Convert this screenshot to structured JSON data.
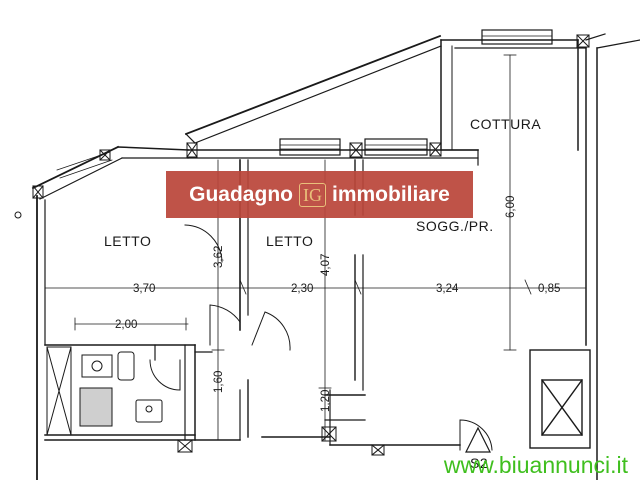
{
  "rooms": {
    "letto_1": "LETTO",
    "letto_2": "LETTO",
    "soggiorno": "SOGG./PR.",
    "cottura": "COTTURA",
    "stair": "S2"
  },
  "dimensions": {
    "w_letto1": "3,70",
    "w_letto2": "2,30",
    "w_soggiorno": "3,24",
    "w_right": "0,85",
    "w_bath": "2,00",
    "h_letto1": "3,62",
    "h_letto2": "4,07",
    "h_cottura": "6,00",
    "h_corridor": "1,60",
    "h_passage": "1,20"
  },
  "banner": {
    "before": "Guadagno",
    "logo": "IG",
    "after": "immobiliare"
  },
  "watermark": "www.biuannunci.it",
  "colors": {
    "banner_bg": "#ba463a",
    "logo_gold": "#e9c07a",
    "watermark_green": "#3fbf1e",
    "line": "#1a1a1a"
  }
}
